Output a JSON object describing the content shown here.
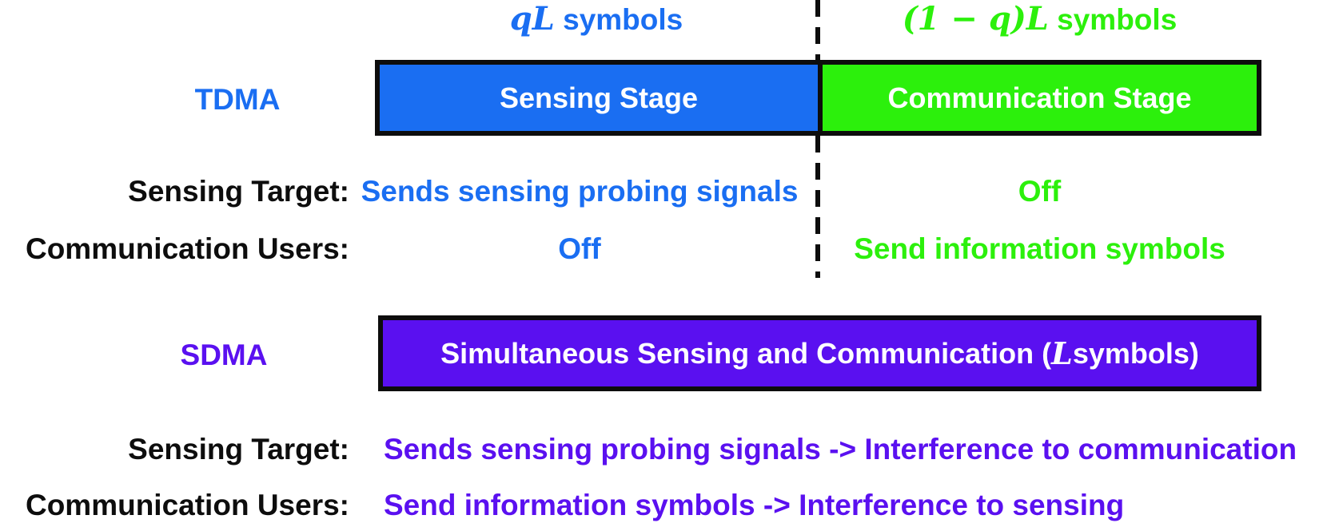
{
  "colors": {
    "blue": "#1a6ef2",
    "green": "#2cf00c",
    "purple": "#5a10f0",
    "black": "#0d0d0d"
  },
  "tdma": {
    "label": "TDMA",
    "headers": {
      "left": {
        "math": "qL",
        "rest": " symbols"
      },
      "right": {
        "math": "(1 − q)L",
        "rest": " symbols"
      }
    },
    "stages": {
      "sensing": "Sensing Stage",
      "communication": "Communication Stage"
    },
    "rows": [
      {
        "label": "Sensing Target:",
        "blue": "Sends sensing probing signals",
        "green": "Off"
      },
      {
        "label": "Communication Users:",
        "blue": "Off",
        "green": "Send information symbols"
      }
    ]
  },
  "sdma": {
    "label": "SDMA",
    "box": {
      "before": "Simultaneous Sensing and Communication (",
      "math": "L",
      "after": " symbols)"
    },
    "rows": [
      {
        "label": "Sensing Target:",
        "value": "Sends sensing probing signals -> Interference to communication"
      },
      {
        "label": "Communication Users:",
        "value": "Send information symbols -> Interference to sensing"
      }
    ]
  }
}
